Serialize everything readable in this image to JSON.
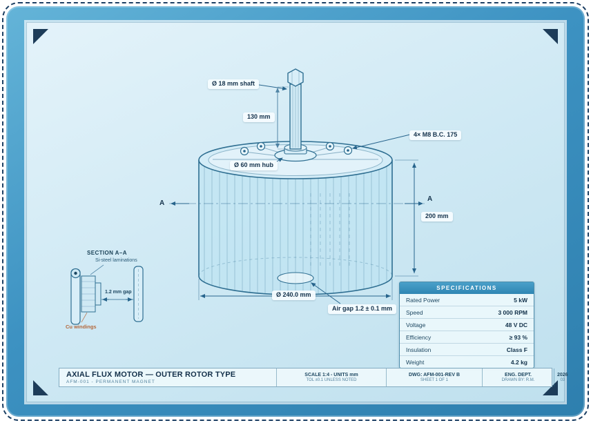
{
  "annotations": {
    "shaft_diameter": "Ø 18 mm shaft",
    "shaft_length": "130 mm",
    "bolt_circle": "4× M8 B.C. 175",
    "hub": "Ø 60 mm hub",
    "section_marker_left": "A",
    "section_marker_right": "A",
    "height": "200 mm",
    "outer_diameter": "Ø 240.0 mm",
    "air_gap": "Air gap 1.2 ± 0.1 mm"
  },
  "section_detail": {
    "title": "SECTION A–A",
    "laminations": "Si-steel laminations",
    "gap": "1.2 mm gap",
    "windings": "Cu windings"
  },
  "specifications": {
    "header": "SPECIFICATIONS",
    "rows": [
      {
        "label": "Rated Power",
        "value": "5 kW"
      },
      {
        "label": "Speed",
        "value": "3 000 RPM"
      },
      {
        "label": "Voltage",
        "value": "48 V DC"
      },
      {
        "label": "Efficiency",
        "value": "≥ 93 %"
      },
      {
        "label": "Insulation",
        "value": "Class F"
      },
      {
        "label": "Weight",
        "value": "4.2 kg"
      }
    ]
  },
  "title_block": {
    "title": "AXIAL FLUX MOTOR — OUTER ROTOR TYPE",
    "subtitle": "AFM-001 - PERMANENT MAGNET",
    "scale_line1": "SCALE 1:4 - UNITS mm",
    "scale_line2": "TOL ±0.1 UNLESS NOTED",
    "dwg_line1": "DWG: AFM-001-REV B",
    "dwg_line2": "SHEET 1 OF 1",
    "dept_line1": "ENG. DEPT.",
    "dept_line2": "DRAWN BY: R.M.",
    "date_line1": "2026",
    "date_line2": "03"
  },
  "colors": {
    "accent": "#2f86b3",
    "line": "#2e6e91",
    "ink": "#14324b",
    "copper": "#b4683c",
    "paper": "#cfe9f4",
    "frame": "#3d92c2"
  }
}
